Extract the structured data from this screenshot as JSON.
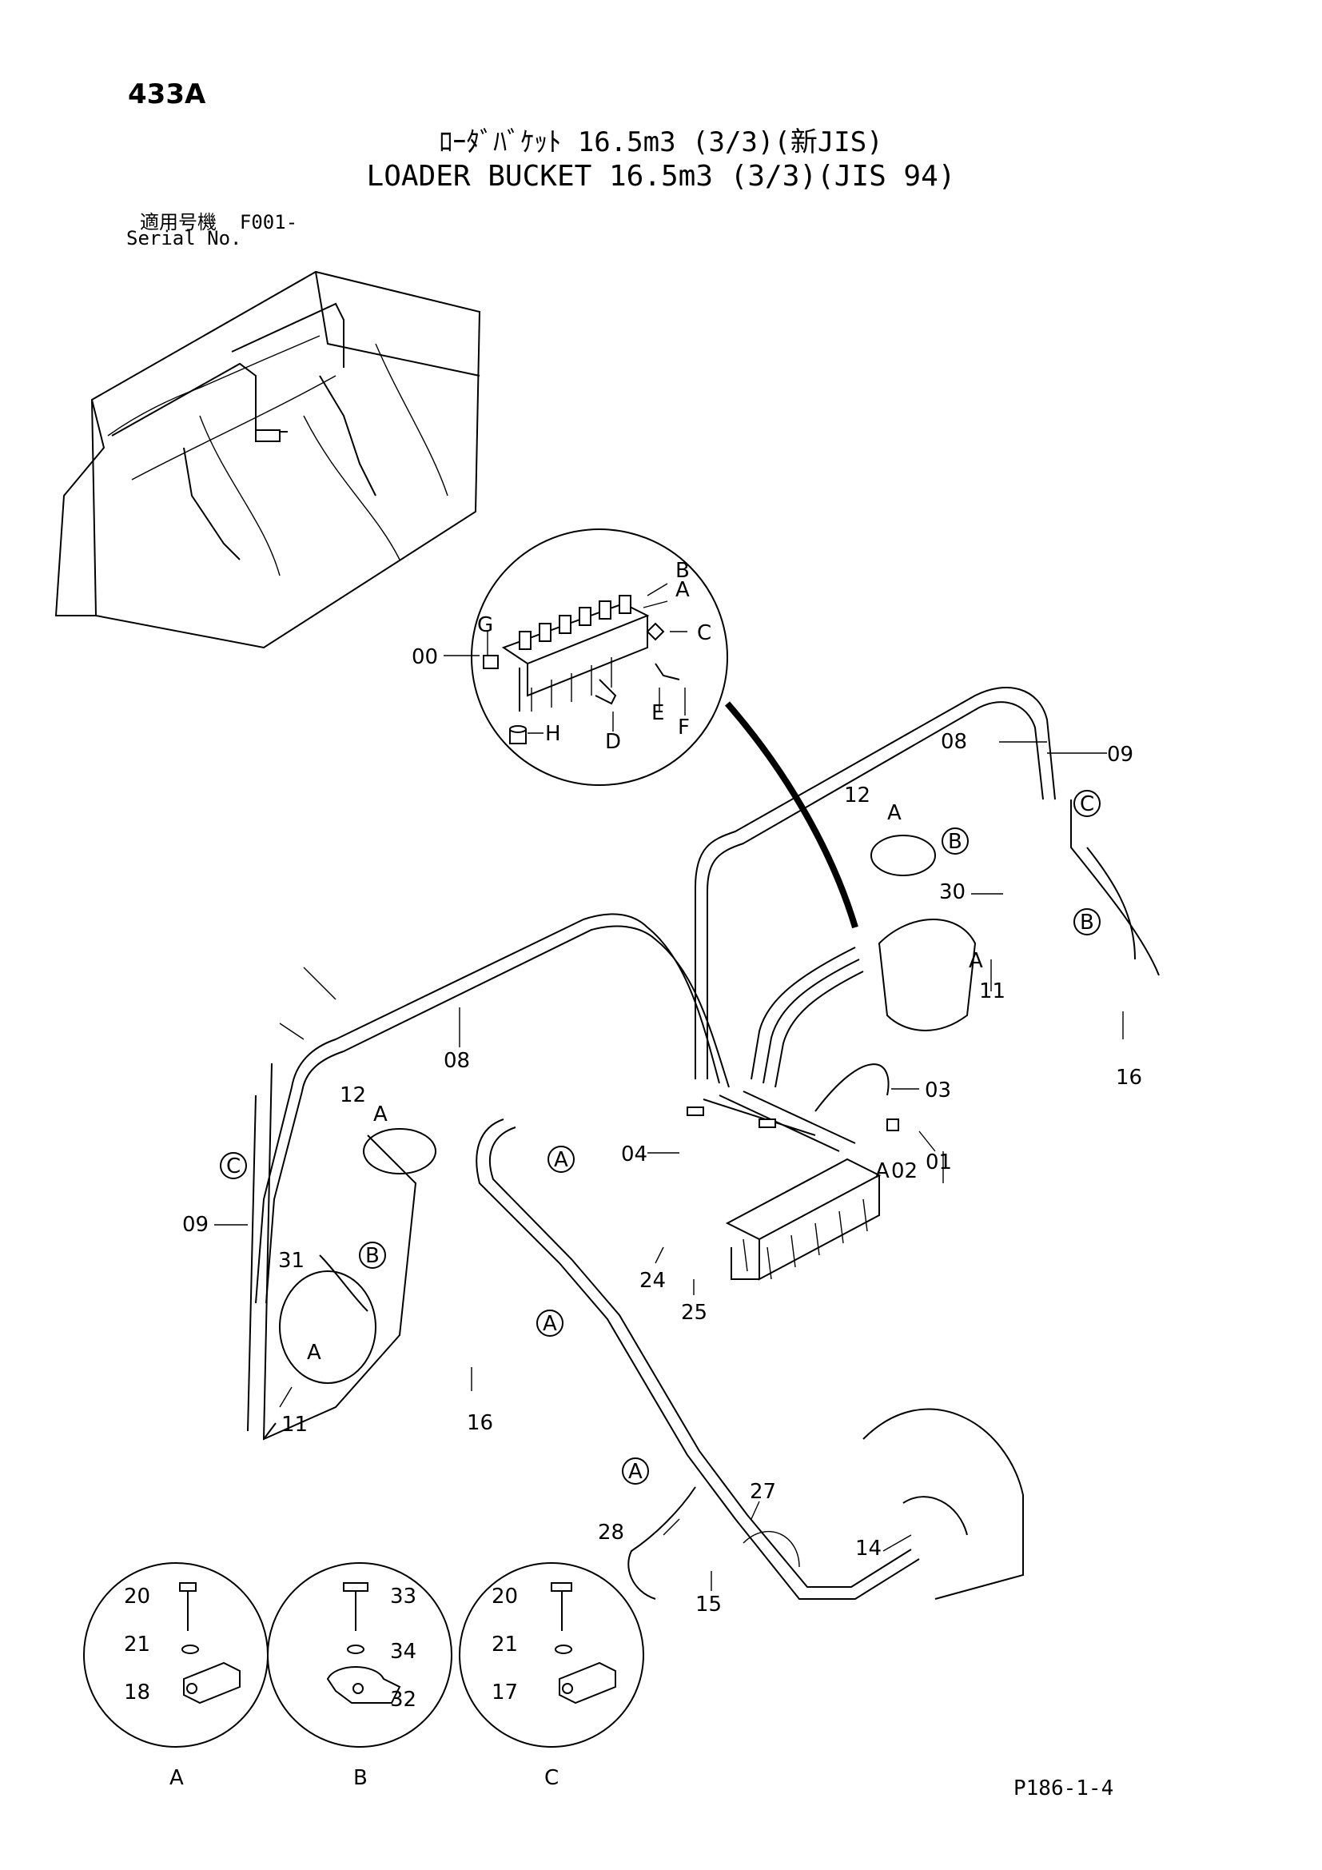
{
  "header": {
    "page_number": "433A",
    "title_jp": "ﾛｰﾀﾞﾊﾞｹｯﾄ 16.5m3 (3/3)(新JIS)",
    "title_en": "LOADER BUCKET 16.5m3 (3/3)(JIS 94)",
    "serial_label_jp": "適用号機",
    "serial_value": "F001-",
    "serial_label_en": "Serial No."
  },
  "callouts": {
    "c00": "00",
    "c01": "01",
    "c02": "02",
    "c03": "03",
    "c04": "04",
    "c08a": "08",
    "c08b": "08",
    "c09a": "09",
    "c09b": "09",
    "c11a": "11",
    "c11b": "11",
    "c12a": "12",
    "c12b": "12",
    "c14": "14",
    "c15": "15",
    "c16a": "16",
    "c16b": "16",
    "c17": "17",
    "c18": "18",
    "c20a": "20",
    "c20b": "20",
    "c21a": "21",
    "c21b": "21",
    "c24": "24",
    "c25": "25",
    "c27": "27",
    "c28": "28",
    "c30": "30",
    "c31": "31",
    "c32": "32",
    "c33": "33",
    "c34": "34"
  },
  "detail_letters": {
    "A": "A",
    "B": "B",
    "C": "C",
    "D": "D",
    "E": "E",
    "F": "F",
    "G": "G",
    "H": "H"
  },
  "detail_views": [
    "A",
    "B",
    "C"
  ],
  "footer": {
    "page_ref": "P186-1-4"
  }
}
